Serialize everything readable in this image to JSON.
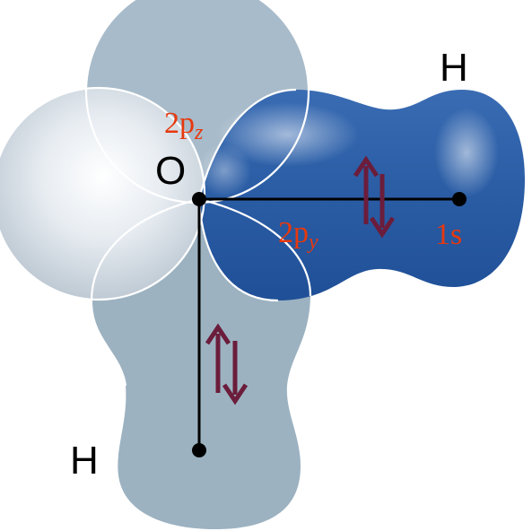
{
  "diagram": {
    "atoms": {
      "oxygen": "O",
      "hydrogen_right": "H",
      "hydrogen_bottom": "H"
    },
    "orbitals": {
      "p_z": {
        "main": "2p",
        "sub": "z"
      },
      "p_y": {
        "main": "2p",
        "sub": "y"
      },
      "s": "1s"
    },
    "colors": {
      "bond_orbital_blue": "#2d5fa6",
      "bond_orbital_grey": "#97aebe",
      "lone_lobe_light": "#d7dee6",
      "orbital_label": "#e8380d",
      "electron_arrow": "#6b1d3b",
      "line": "#000000"
    }
  }
}
